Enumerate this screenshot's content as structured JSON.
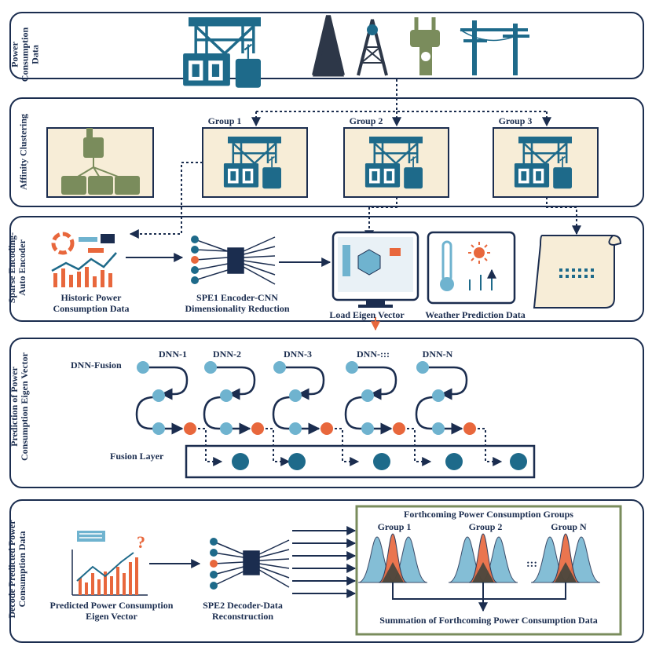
{
  "sections": {
    "power": "Power Consumption Data",
    "clustering": "Affinity Clustering",
    "encoding": "Sparse Encoding-Auto Encoder",
    "prediction": "Prediction of Power Consumption Eigen Vector",
    "decode": "Decode Predicted Power Consumption Data"
  },
  "clustering": {
    "group1": "Group 1",
    "group2": "Group 2",
    "group3": "Group 3"
  },
  "encoder": {
    "historic": "Historic Power Consumption Data",
    "spe1": "SPE1 Encoder-CNN Dimensionality Reduction",
    "load": "Load Eigen Vector",
    "weather": "Weather Prediction Data"
  },
  "prediction": {
    "fusion_title": "DNN-Fusion",
    "dnn": [
      "DNN-1",
      "DNN-2",
      "DNN-3",
      "DNN-:::",
      "DNN-N"
    ],
    "fusion_layer": "Fusion Layer"
  },
  "decode": {
    "predicted": "Predicted Power Consumption Eigen Vector",
    "spe2": "SPE2 Decoder-Data Reconstruction",
    "forthcoming_title": "Forthcoming Power Consumption Groups",
    "groups": [
      "Group 1",
      "Group 2",
      "Group N"
    ],
    "dots": ":::",
    "summation": "Summation of Forthcoming Power Consumption Data"
  },
  "colors": {
    "navy": "#1b2d4f",
    "teal": "#1e6a8a",
    "light_blue": "#6fb3cf",
    "orange": "#e8673c",
    "green": "#7a8c5c",
    "cream": "#f7edd7"
  }
}
